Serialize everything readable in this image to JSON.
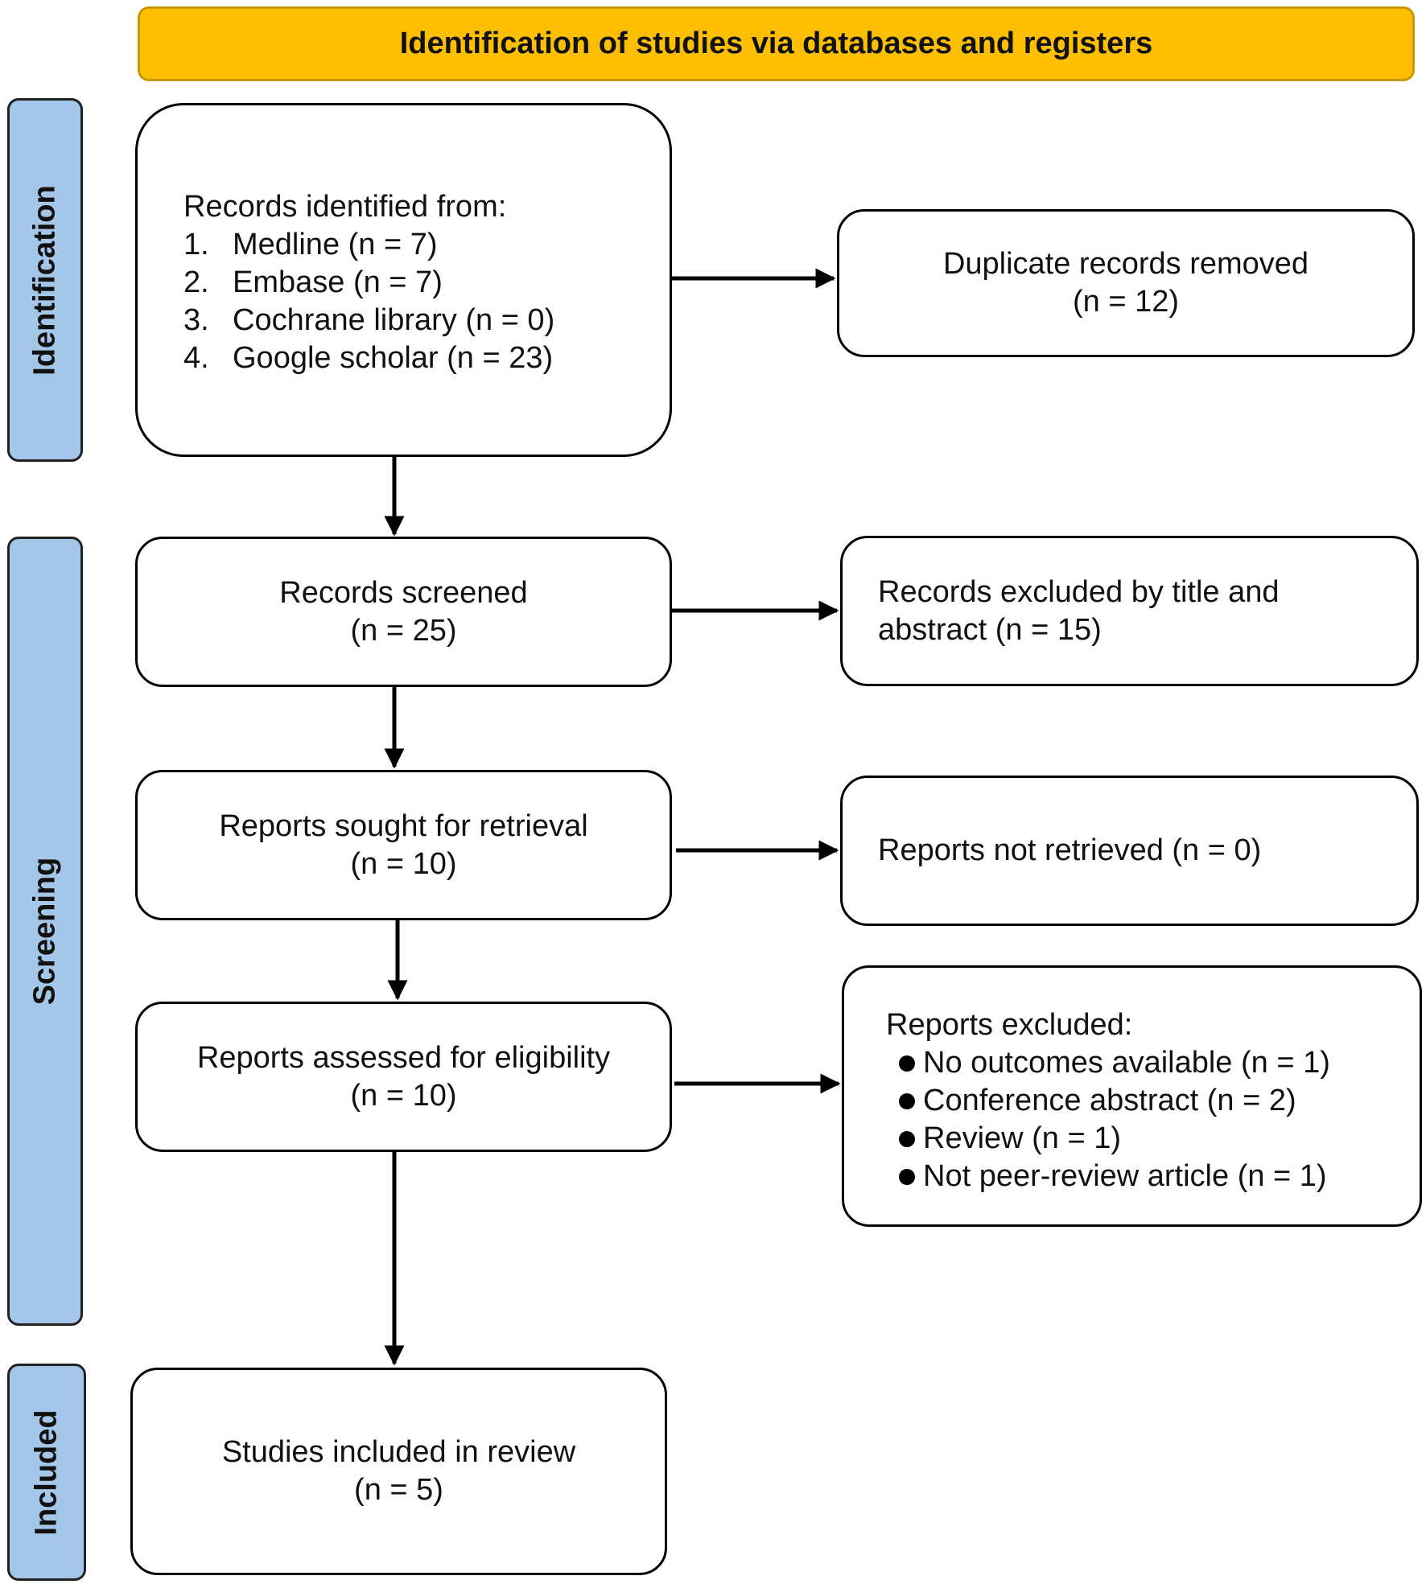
{
  "header": {
    "title": "Identification of studies via databases and registers"
  },
  "phases": {
    "identification": "Identification",
    "screening": "Screening",
    "included": "Included"
  },
  "records_identified": {
    "heading": "Records identified from:",
    "sources": [
      {
        "num": "1.",
        "text": "Medline (n = 7)"
      },
      {
        "num": "2.",
        "text": "Embase (n = 7)"
      },
      {
        "num": "3.",
        "text": "Cochrane library (n = 0)"
      },
      {
        "num": "4.",
        "text": "Google scholar (n = 23)"
      }
    ]
  },
  "duplicates_removed": {
    "line1": "Duplicate records removed",
    "line2": "(n = 12)"
  },
  "records_screened": {
    "line1": "Records screened",
    "line2": "(n = 25)"
  },
  "records_excluded": {
    "line1": "Records excluded by title and",
    "line2": "abstract (n = 15)"
  },
  "reports_sought": {
    "line1": "Reports sought for retrieval",
    "line2": "(n = 10)"
  },
  "reports_not_retrieved": {
    "text": "Reports not retrieved (n = 0)"
  },
  "reports_assessed": {
    "line1": "Reports assessed for eligibility",
    "line2": "(n = 10)"
  },
  "reports_excluded": {
    "heading": "Reports excluded:",
    "reasons": [
      "No outcomes available (n = 1)",
      "Conference abstract (n = 2)",
      "Review (n = 1)",
      "Not peer-review article (n = 1)"
    ]
  },
  "studies_included": {
    "line1": "Studies included in review",
    "line2": "(n = 5)"
  },
  "colors": {
    "header_fill": "#fdbf00",
    "phase_fill": "#a4c6e8",
    "box_stroke": "#000000"
  }
}
